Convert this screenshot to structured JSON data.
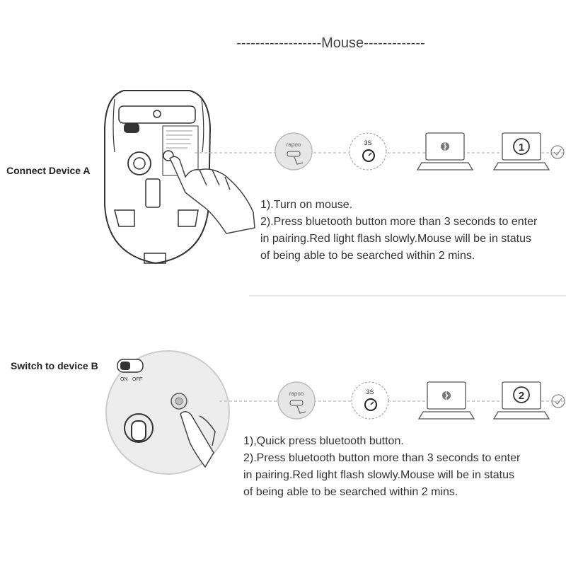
{
  "title": "------------------Mouse-------------",
  "section_a": {
    "label": "Connect Device A",
    "brand": "rapoo",
    "timer": "3S",
    "device_number": "1",
    "steps": [
      "1).Turn on mouse.",
      "2).Press bluetooth button more than 3 seconds to enter",
      "in pairing.Red light flash slowly.Mouse will be in status",
      "of being able to be searched within 2 mins."
    ]
  },
  "section_b": {
    "label": "Switch to device B",
    "brand": "rapoo",
    "timer": "3S",
    "device_number": "2",
    "switch_on": "ON",
    "switch_off": "OFF",
    "steps": [
      "1),Quick press bluetooth button.",
      "2).Press bluetooth button more than 3 seconds to enter",
      "in pairing.Red light flash slowly.Mouse will be in status",
      "of being able to be searched within 2 mins."
    ]
  },
  "colors": {
    "line": "#888888",
    "dash": "#bbbbbb",
    "circle_fill": "#e6e6e6"
  }
}
